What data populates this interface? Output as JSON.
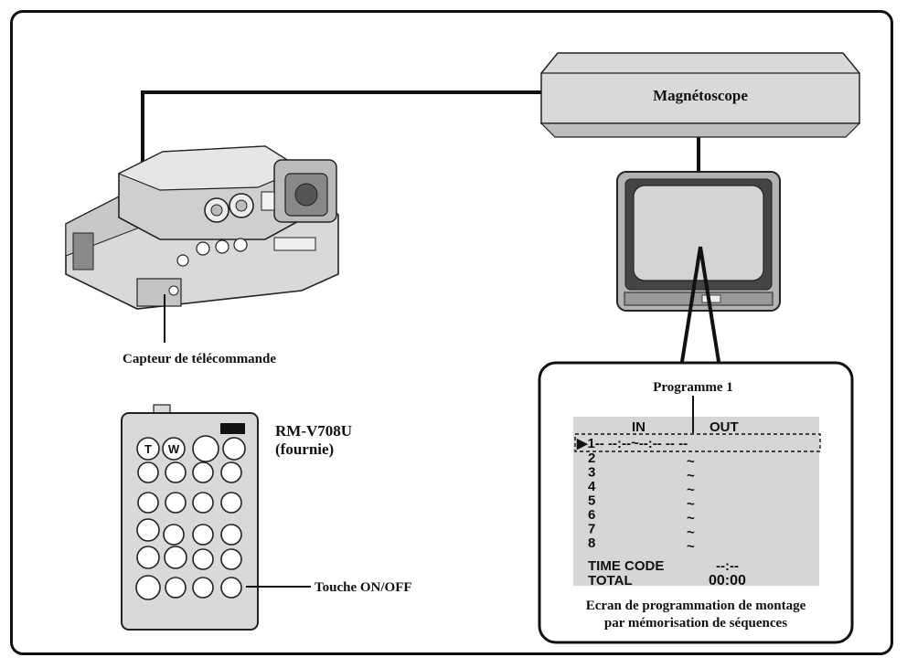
{
  "vcr": {
    "label": "Magnétoscope"
  },
  "camera": {
    "sensor_label": "Capteur de télécommande"
  },
  "remote": {
    "model": "RM-V708U",
    "note": "(fournie)",
    "onoff_label": "Touche ON/OFF",
    "btn_t": "T",
    "btn_w": "W"
  },
  "screen": {
    "program_label": "Programme 1",
    "col_in": "IN",
    "col_out": "OUT",
    "row1": "▶1-- --:--~--:-- -- --",
    "rows": [
      "2",
      "3",
      "4",
      "5",
      "6",
      "7",
      "8"
    ],
    "tilde": "~",
    "timecode_label": "TIME CODE",
    "timecode_value": "--:--",
    "total_label": "TOTAL",
    "total_value": "00:00",
    "caption_line1": "Ecran de programmation de montage",
    "caption_line2": "par mémorisation de séquences"
  },
  "colors": {
    "device_gray": "#d9d9d9",
    "device_dark": "#8a8a8a",
    "screen_bg": "#d6d6d6"
  }
}
